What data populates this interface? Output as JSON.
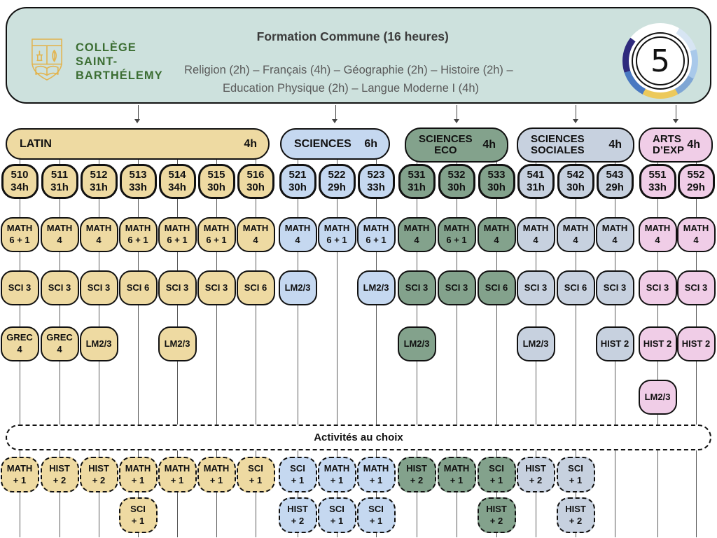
{
  "header": {
    "school_name_lines": [
      "COLLÈGE",
      "SAINT-",
      "BARTHÉLEMY"
    ],
    "title": "Formation Commune (16 heures)",
    "subtitle_line1": "Religion (2h) – Français (4h) – Géographie (2h) – Histoire (2h) –",
    "subtitle_line2": "Education Physique (2h) – Langue Moderne I (4h)",
    "year_number": "5",
    "colors": {
      "panel_bg": "#cde1dd",
      "crest_yellow": "#e2b44f",
      "logo_green": "#3c6e33",
      "badge_ring": [
        "#d7e5f3",
        "#a9c9ea",
        "#7fa6d4",
        "#ecc95b",
        "#4a79c1",
        "#2f2a7d"
      ]
    }
  },
  "activities": {
    "title": "Activités au choix"
  },
  "groups": [
    {
      "name_lines": [
        "LATIN"
      ],
      "hours": "4h",
      "color": "#eedaa2",
      "name_align": "left",
      "classes": [
        {
          "id": "510",
          "hours": "34h",
          "boxes": [
            [
              "MATH",
              "6 + 1"
            ],
            [
              "SCI 3"
            ],
            [
              "GREC",
              "4"
            ],
            null
          ],
          "activities": [
            [
              "MATH",
              "+ 1"
            ]
          ]
        },
        {
          "id": "511",
          "hours": "31h",
          "boxes": [
            [
              "MATH",
              "4"
            ],
            [
              "SCI 3"
            ],
            [
              "GREC",
              "4"
            ],
            null
          ],
          "activities": [
            [
              "HIST",
              "+ 2"
            ]
          ]
        },
        {
          "id": "512",
          "hours": "31h",
          "boxes": [
            [
              "MATH",
              "4"
            ],
            [
              "SCI 3"
            ],
            [
              "LM2/3"
            ],
            null
          ],
          "activities": [
            [
              "HIST",
              "+ 2"
            ]
          ]
        },
        {
          "id": "513",
          "hours": "33h",
          "boxes": [
            [
              "MATH",
              "6 + 1"
            ],
            [
              "SCI 6"
            ],
            null,
            null
          ],
          "activities": [
            [
              "MATH",
              "+ 1"
            ],
            [
              "SCI",
              "+ 1"
            ]
          ]
        },
        {
          "id": "514",
          "hours": "34h",
          "boxes": [
            [
              "MATH",
              "6 + 1"
            ],
            [
              "SCI 3"
            ],
            [
              "LM2/3"
            ],
            null
          ],
          "activities": [
            [
              "MATH",
              "+ 1"
            ]
          ]
        },
        {
          "id": "515",
          "hours": "30h",
          "boxes": [
            [
              "MATH",
              "6 + 1"
            ],
            [
              "SCI 3"
            ],
            null,
            null
          ],
          "activities": [
            [
              "MATH",
              "+ 1"
            ]
          ]
        },
        {
          "id": "516",
          "hours": "30h",
          "boxes": [
            [
              "MATH",
              "4"
            ],
            [
              "SCI 6"
            ],
            null,
            null
          ],
          "activities": [
            [
              "SCI",
              "+ 1"
            ]
          ]
        }
      ]
    },
    {
      "name_lines": [
        "SCIENCES"
      ],
      "hours": "6h",
      "color": "#c5d8f0",
      "name_align": "left",
      "classes": [
        {
          "id": "521",
          "hours": "30h",
          "boxes": [
            [
              "MATH",
              "4"
            ],
            [
              "LM2/3"
            ],
            null,
            null
          ],
          "activities": [
            [
              "SCI",
              "+ 1"
            ],
            [
              "HIST",
              "+ 2"
            ]
          ]
        },
        {
          "id": "522",
          "hours": "29h",
          "boxes": [
            [
              "MATH",
              "6 + 1"
            ],
            null,
            null,
            null
          ],
          "activities": [
            [
              "MATH",
              "+ 1"
            ],
            [
              "SCI",
              "+ 1"
            ]
          ]
        },
        {
          "id": "523",
          "hours": "33h",
          "boxes": [
            [
              "MATH",
              "6 + 1"
            ],
            [
              "LM2/3"
            ],
            null,
            null
          ],
          "activities": [
            [
              "MATH",
              "+ 1"
            ],
            [
              "SCI",
              "+ 1"
            ]
          ]
        }
      ]
    },
    {
      "name_lines": [
        "SCIENCES",
        "ECO"
      ],
      "hours": "4h",
      "color": "#83a28c",
      "name_align": "center",
      "classes": [
        {
          "id": "531",
          "hours": "31h",
          "boxes": [
            [
              "MATH",
              "4"
            ],
            [
              "SCI 3"
            ],
            [
              "LM2/3"
            ],
            null
          ],
          "activities": [
            [
              "HIST",
              "+ 2"
            ]
          ]
        },
        {
          "id": "532",
          "hours": "30h",
          "boxes": [
            [
              "MATH",
              "6 + 1"
            ],
            [
              "SCI 3"
            ],
            null,
            null
          ],
          "activities": [
            [
              "MATH",
              "+ 1"
            ]
          ]
        },
        {
          "id": "533",
          "hours": "30h",
          "boxes": [
            [
              "MATH",
              "4"
            ],
            [
              "SCI 6"
            ],
            null,
            null
          ],
          "activities": [
            [
              "SCI",
              "+ 1"
            ],
            [
              "HIST",
              "+ 2"
            ]
          ]
        }
      ]
    },
    {
      "name_lines": [
        "SCIENCES",
        "SOCIALES"
      ],
      "hours": "4h",
      "color": "#c7d1df",
      "name_align": "left",
      "classes": [
        {
          "id": "541",
          "hours": "31h",
          "boxes": [
            [
              "MATH",
              "4"
            ],
            [
              "SCI 3"
            ],
            [
              "LM2/3"
            ],
            null
          ],
          "activities": [
            [
              "HIST",
              "+ 2"
            ]
          ]
        },
        {
          "id": "542",
          "hours": "30h",
          "boxes": [
            [
              "MATH",
              "4"
            ],
            [
              "SCI 6"
            ],
            null,
            null
          ],
          "activities": [
            [
              "SCI",
              "+ 1"
            ],
            [
              "HIST",
              "+ 2"
            ]
          ]
        },
        {
          "id": "543",
          "hours": "29h",
          "boxes": [
            [
              "MATH",
              "4"
            ],
            [
              "SCI 3"
            ],
            [
              "HIST 2"
            ],
            null
          ],
          "activities": []
        }
      ]
    },
    {
      "name_lines": [
        "ARTS",
        "D’EXP"
      ],
      "hours": "4h",
      "color": "#f0cde7",
      "name_align": "left",
      "classes": [
        {
          "id": "551",
          "hours": "33h",
          "boxes": [
            [
              "MATH",
              "4"
            ],
            [
              "SCI 3"
            ],
            [
              "HIST 2"
            ],
            [
              "LM2/3"
            ]
          ],
          "activities": []
        },
        {
          "id": "552",
          "hours": "29h",
          "boxes": [
            [
              "MATH",
              "4"
            ],
            [
              "SCI 3"
            ],
            [
              "HIST 2"
            ],
            null
          ],
          "activities": []
        }
      ]
    }
  ]
}
